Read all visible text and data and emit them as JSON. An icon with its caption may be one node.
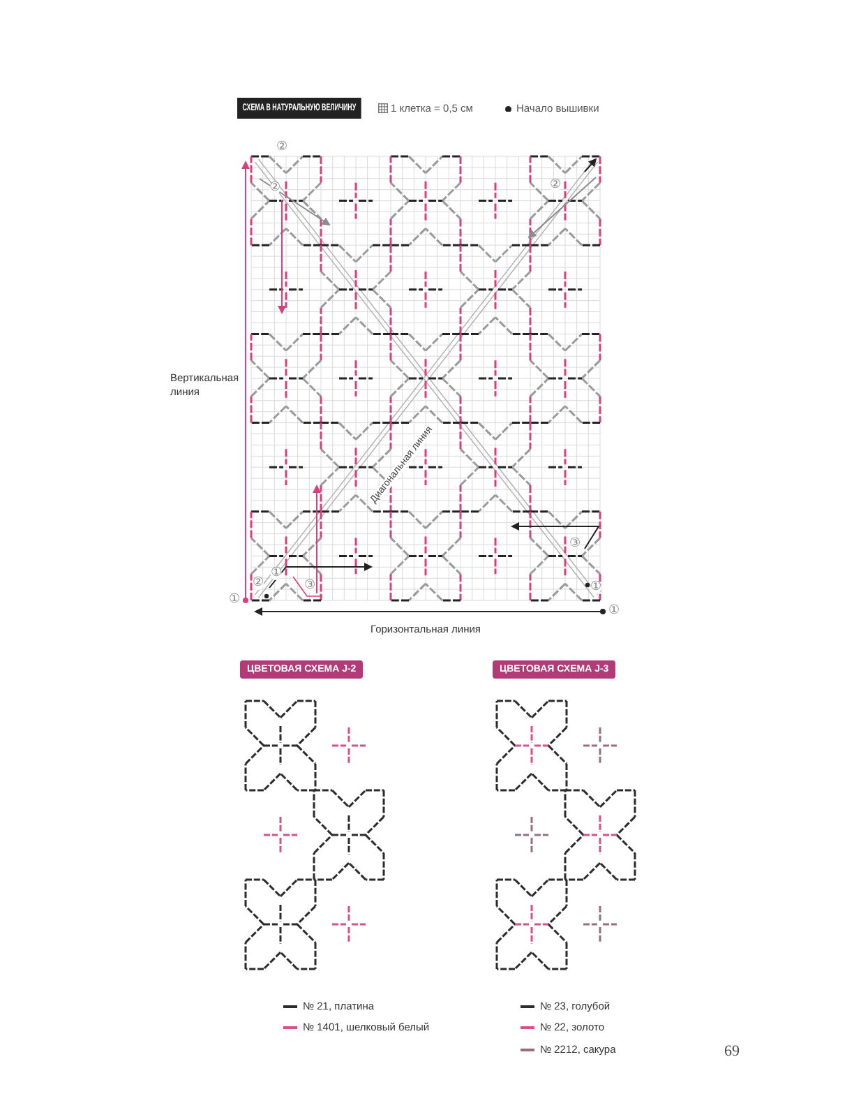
{
  "diagram": {
    "title": "СХЕМА В НАТУРАЛЬНУЮ ВЕЛИЧИНУ",
    "labels": [
      "1 клетка = 0,5 см",
      "Начало вышивки",
      "②",
      "②",
      "②",
      "Вертикальная линия",
      "Диагональная линия",
      "③",
      "①",
      "②",
      "③",
      "①",
      "①",
      "①",
      "Горизонтальная линия",
      "ЦВЕТОВАЯ СХЕМА J-2",
      "ЦВЕТОВАЯ СХЕМА J-3",
      "69"
    ],
    "legend": [
      {
        "text": "№ 21, платина",
        "color": "#2b2b2b"
      },
      {
        "text": "№ 1401, шелковый белый",
        "color": "#d6508e"
      },
      {
        "text": "№ 23, голубой",
        "color": "#2b2b2b"
      },
      {
        "text": "№ 22, золото",
        "color": "#d6508e"
      },
      {
        "text": "№ 2212, сакура",
        "color": "#967080"
      }
    ]
  }
}
